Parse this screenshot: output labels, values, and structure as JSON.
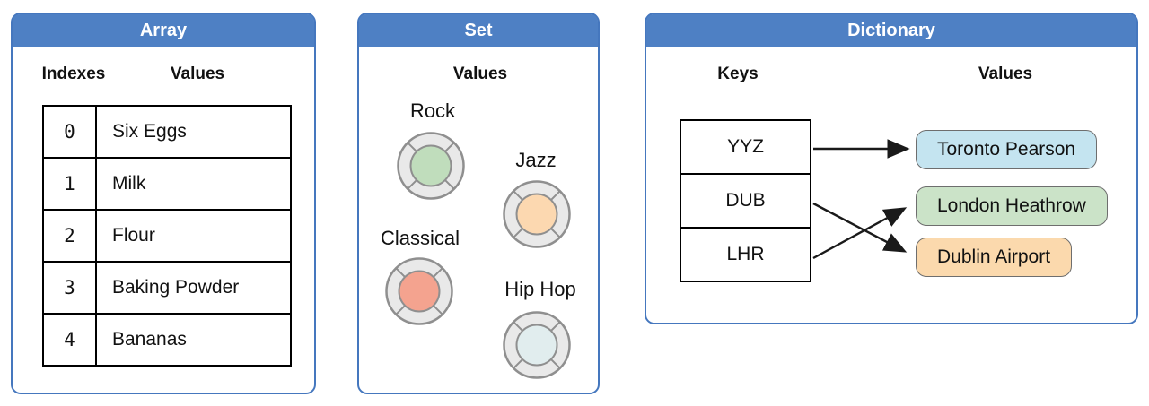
{
  "colors": {
    "header_blue": "#4e80c4",
    "panel_border_blue": "#4577be",
    "disc_ring_gray": "#e9e9e9",
    "disc_stroke_gray": "#8f8f8f",
    "arrow_black": "#1a1a1a"
  },
  "array_panel": {
    "title": "Array",
    "indexes_header": "Indexes",
    "values_header": "Values",
    "rows": [
      {
        "index": "0",
        "value": "Six Eggs"
      },
      {
        "index": "1",
        "value": "Milk"
      },
      {
        "index": "2",
        "value": "Flour"
      },
      {
        "index": "3",
        "value": "Baking Powder"
      },
      {
        "index": "4",
        "value": "Bananas"
      }
    ]
  },
  "set_panel": {
    "title": "Set",
    "values_header": "Values",
    "items": [
      {
        "label": "Rock",
        "color": "#c0ddbc"
      },
      {
        "label": "Jazz",
        "color": "#fcd8b0"
      },
      {
        "label": "Classical",
        "color": "#f4a38f"
      },
      {
        "label": "Hip Hop",
        "color": "#e1edee"
      }
    ]
  },
  "dictionary_panel": {
    "title": "Dictionary",
    "keys_header": "Keys",
    "values_header": "Values",
    "keys": [
      "YYZ",
      "DUB",
      "LHR"
    ],
    "values": [
      {
        "label": "Toronto Pearson",
        "color": "#c4e4f0"
      },
      {
        "label": "London Heathrow",
        "color": "#cbe3c8"
      },
      {
        "label": "Dublin Airport",
        "color": "#fbd9ad"
      }
    ],
    "mappings": [
      {
        "key": "YYZ",
        "value": "Toronto Pearson"
      },
      {
        "key": "DUB",
        "value": "Dublin Airport"
      },
      {
        "key": "LHR",
        "value": "London Heathrow"
      }
    ]
  }
}
